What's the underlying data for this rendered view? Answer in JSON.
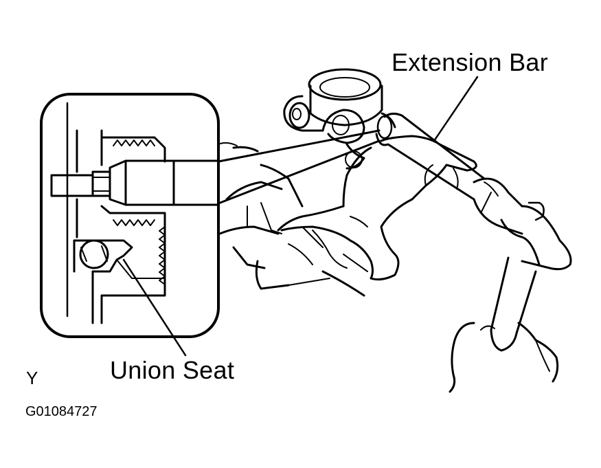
{
  "labels": {
    "extension_bar": "Extension Bar",
    "union_seat": "Union Seat",
    "view_letter": "Y",
    "figure_code": "G01084727"
  },
  "colors": {
    "ink": "#000000",
    "paper": "#ffffff"
  }
}
